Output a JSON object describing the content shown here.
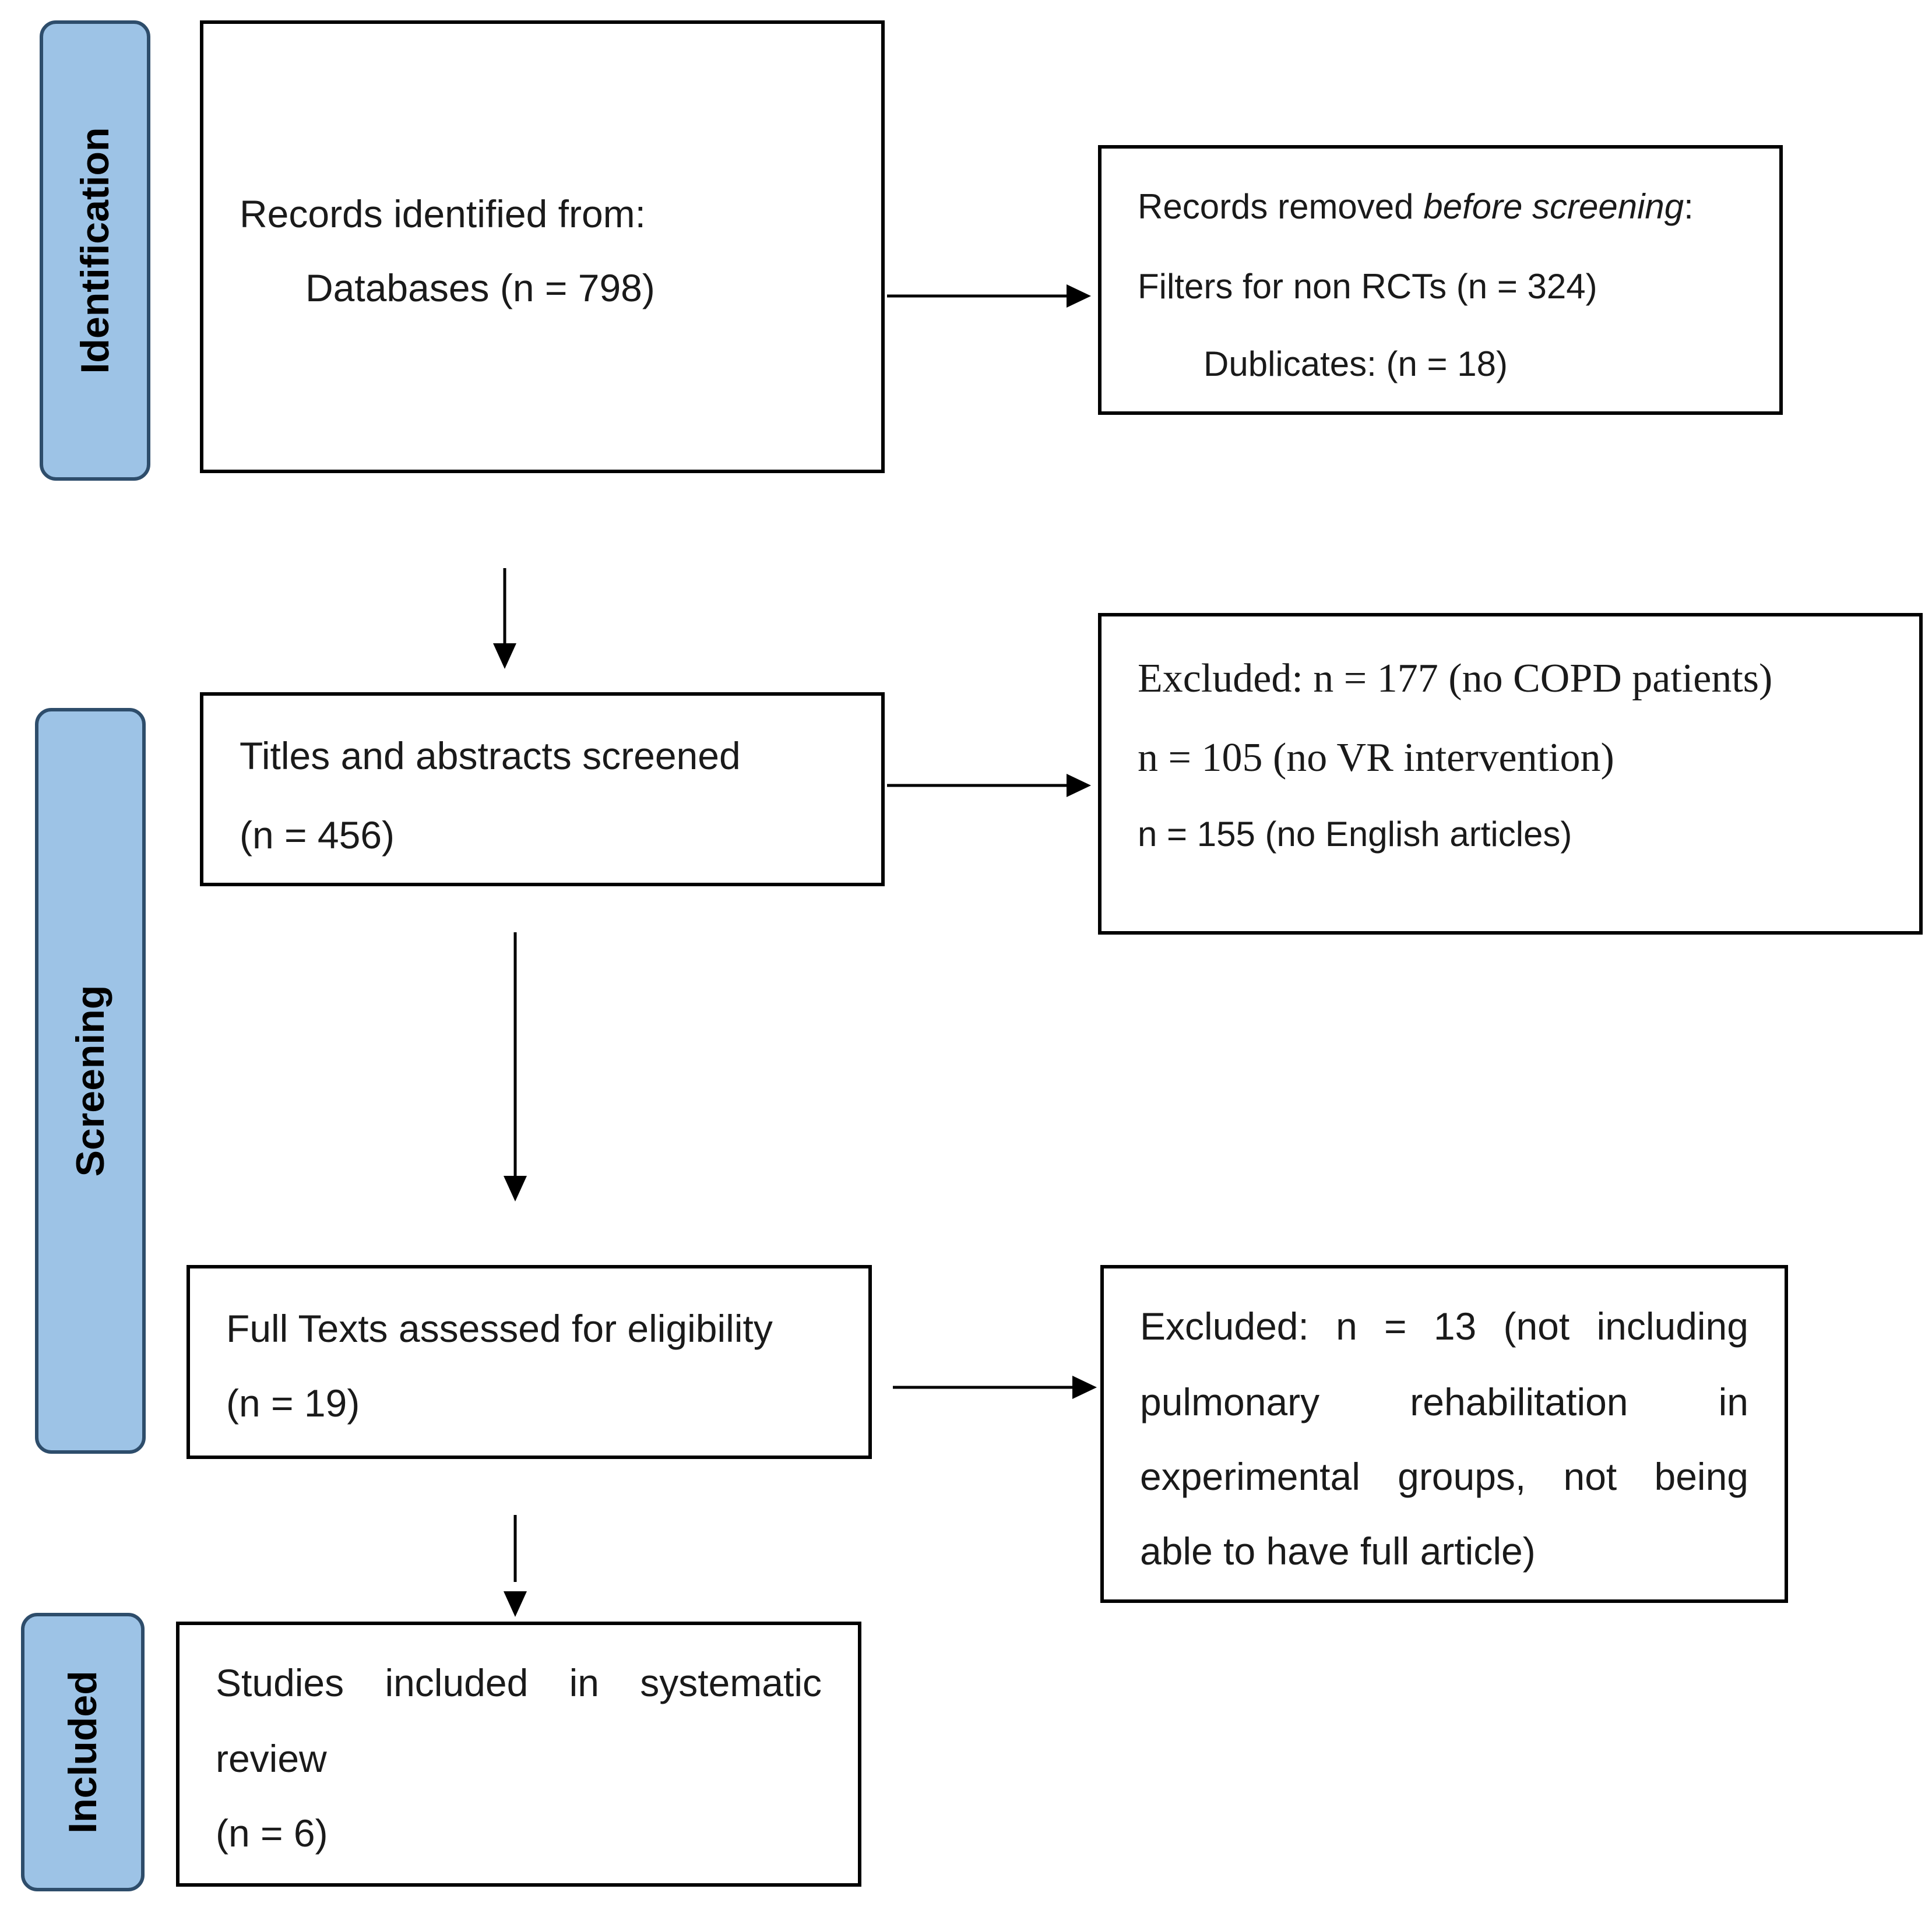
{
  "phases": {
    "identification": "Identification",
    "screening": "Screening",
    "included": "Included"
  },
  "identification_box": {
    "line1": "Records identified from:",
    "line2": "Databases (n = 798)"
  },
  "removed_box": {
    "line1_prefix": "Records removed ",
    "line1_italic": "before screening",
    "line1_suffix": ":",
    "line2": "Filters for non RCTs (n = 324)",
    "line3": "Dublicates: (n = 18)"
  },
  "screened_box": {
    "line1": "Titles and abstracts screened",
    "line2": "(n = 456)"
  },
  "excluded1_box": {
    "line1": "Excluded: n = 177 (no COPD patients)",
    "line2": "n = 105 (no VR intervention)",
    "line3": "n = 155 (no English articles)"
  },
  "fulltext_box": {
    "line1": "Full Texts assessed for eligibility",
    "line2": "(n = 19)"
  },
  "excluded2_box": {
    "r1": [
      "Excluded:",
      "n",
      "=",
      "13",
      "(not",
      "including"
    ],
    "r2": [
      "pulmonary",
      "rehabilitation",
      "in"
    ],
    "r3": [
      "experimental",
      "groups,",
      "not",
      "being"
    ],
    "r4": "able to have full article)"
  },
  "included_box": {
    "r1": [
      "Studies",
      "included",
      "in",
      "systematic"
    ],
    "r2": "review",
    "r3": "(n = 6)"
  }
}
